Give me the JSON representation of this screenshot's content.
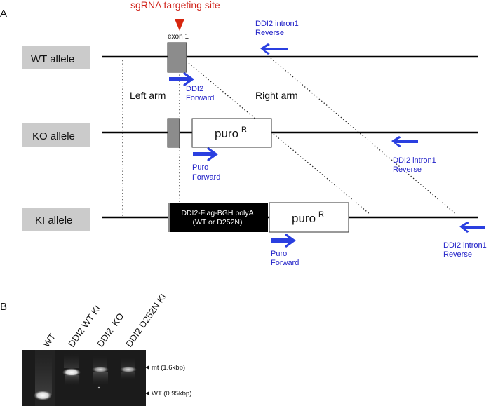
{
  "panel_a": {
    "letter": "A",
    "sgrna_label": "sgRNA targeting site",
    "sgrna_color": "#d0241c",
    "exon_label": "exon 1",
    "alleles": [
      {
        "label": "WT allele"
      },
      {
        "label": "KO allele"
      },
      {
        "label": "KI allele"
      }
    ],
    "left_arm_label": "Left arm",
    "right_arm_label": "Right arm",
    "puro_main": "puro",
    "puro_sup": "R",
    "ki_cassette_line1": "DDI2-Flag-BGH polyA",
    "ki_cassette_line2": "(WT or D252N)",
    "primer_color": "#2a3fe0",
    "primers": {
      "wt_reverse": {
        "line1": "DDI2 intron1",
        "line2": "Reverse"
      },
      "wt_forward": {
        "line1": "DDI2",
        "line2": "Forward"
      },
      "ko_puro_forward": {
        "line1": "Puro",
        "line2": "Forward"
      },
      "ko_reverse": {
        "line1": "DDI2 intron1",
        "line2": "Reverse"
      },
      "ki_puro_forward": {
        "line1": "Puro",
        "line2": "Forward"
      },
      "ki_reverse": {
        "line1": "DDI2 intron1",
        "line2": "Reverse"
      }
    }
  },
  "panel_b": {
    "letter": "B",
    "lanes": [
      "WT",
      "DDI2 WT KI",
      "DDI2  KO",
      "DDI2 D252N KI"
    ],
    "markers": [
      {
        "label": "mt (1.6kbp)"
      },
      {
        "label": "WT (0.95kbp)"
      }
    ]
  }
}
